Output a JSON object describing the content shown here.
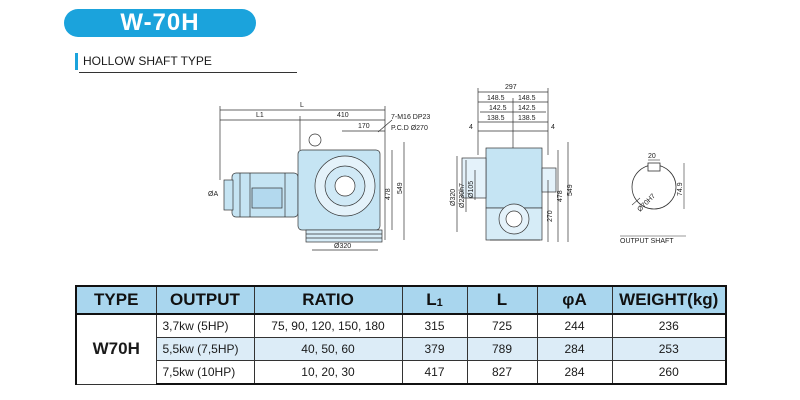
{
  "header": {
    "model": "W-70H",
    "type_label": "HOLLOW SHAFT TYPE"
  },
  "drawing": {
    "side_view": {
      "dim_L": "L",
      "dim_L1": "L1",
      "dim_410": "410",
      "dim_170": "170",
      "bolt_note_1": "7-M16 DP23",
      "bolt_note_2": "P.C.D Ø270",
      "dim_phiA": "ØA",
      "dim_478": "478",
      "dim_549": "549",
      "dim_phi320": "Ø320"
    },
    "front_view": {
      "dim_297": "297",
      "dim_148_5_a": "148.5",
      "dim_148_5_b": "148.5",
      "dim_142_5_a": "142.5",
      "dim_142_5_b": "142.5",
      "dim_138_5_a": "138.5",
      "dim_138_5_b": "138.5",
      "dim_4_a": "4",
      "dim_4_b": "4",
      "dim_phi320": "Ø320",
      "dim_phi230h7": "Ø230h7",
      "dim_phi105": "Ø105",
      "dim_270": "270",
      "dim_478": "478",
      "dim_549": "549"
    },
    "shaft_detail": {
      "dim_20": "20",
      "dim_74_9": "74.9",
      "dim_phi70h7": "Ø70H7",
      "caption": "OUTPUT SHAFT"
    }
  },
  "table": {
    "headers": {
      "type": "TYPE",
      "output": "OUTPUT",
      "ratio": "RATIO",
      "l1_main": "L",
      "l1_sub": "1",
      "l": "L",
      "phiA": "φA",
      "weight": "WEIGHT(kg)"
    },
    "type_value": "W70H",
    "rows": [
      {
        "output": "3,7kw (5HP)",
        "ratio": "75, 90, 120, 150, 180",
        "l1": "315",
        "l": "725",
        "phiA": "244",
        "weight": "236"
      },
      {
        "output": "5,5kw (7,5HP)",
        "ratio": "40, 50, 60",
        "l1": "379",
        "l": "789",
        "phiA": "284",
        "weight": "253"
      },
      {
        "output": "7,5kw (10HP)",
        "ratio": "10, 20, 30",
        "l1": "417",
        "l": "827",
        "phiA": "284",
        "weight": "260"
      }
    ]
  },
  "colors": {
    "accent": "#1ba3dc",
    "header_fill": "#a9d6ee",
    "row_shade": "#dcecf7",
    "motor_blue": "#c5e4f3"
  }
}
